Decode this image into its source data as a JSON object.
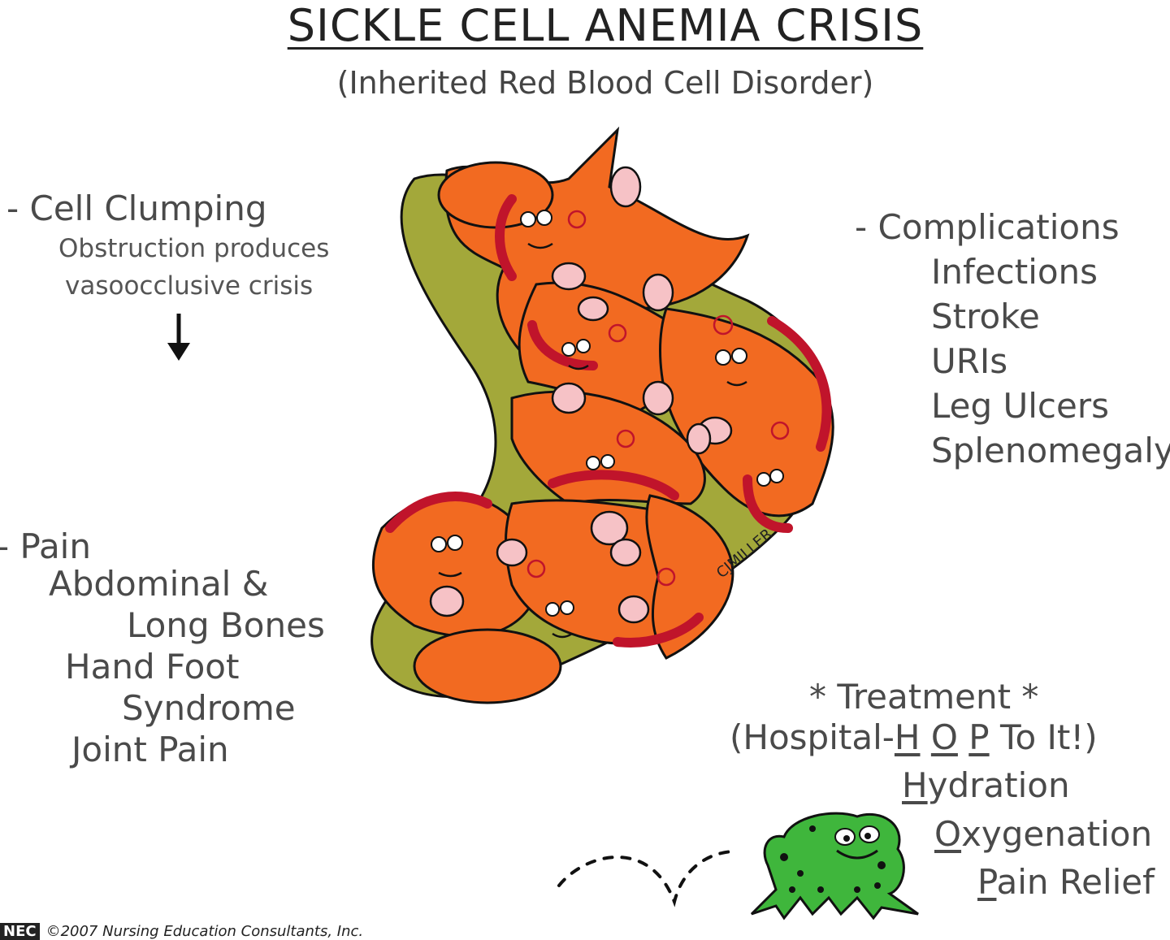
{
  "title": "SICKLE CELL ANEMIA CRISIS",
  "subtitle": "(Inherited Red Blood Cell Disorder)",
  "clumping": {
    "heading": "- Cell Clumping",
    "line1": "Obstruction produces",
    "line2": "vasoocclusive crisis"
  },
  "pain": {
    "heading": "- Pain",
    "items": [
      "Abdominal &",
      "Long Bones",
      "Hand Foot",
      "Syndrome",
      "Joint Pain"
    ]
  },
  "complications": {
    "heading": "- Complications",
    "items": [
      "Infections",
      "Stroke",
      "URIs",
      "Leg Ulcers",
      "Splenomegaly"
    ]
  },
  "treatment": {
    "heading": "* Treatment *",
    "line_prefix": "(Hospital-",
    "letters": [
      "H",
      "O",
      "P"
    ],
    "line_suffix": " To It!)",
    "items": [
      {
        "initial": "H",
        "rest": "ydration"
      },
      {
        "initial": "O",
        "rest": "xygenation"
      },
      {
        "initial": "P",
        "rest": "ain Relief"
      }
    ]
  },
  "artist_signature": "CJMILLER",
  "footer": {
    "logo": "NEC",
    "copyright": "©2007 Nursing Education Consultants, Inc."
  },
  "colors": {
    "cell_orange": "#f26a21",
    "cell_outline": "#c0142b",
    "vessel_olive": "#a3a83a",
    "hand_pink": "#f6c2c6",
    "frog_green": "#3fb63c"
  },
  "icons": [
    "down-arrow-icon",
    "frog-icon",
    "sickle-cell-cluster-illustration",
    "hop-trail-icon"
  ]
}
